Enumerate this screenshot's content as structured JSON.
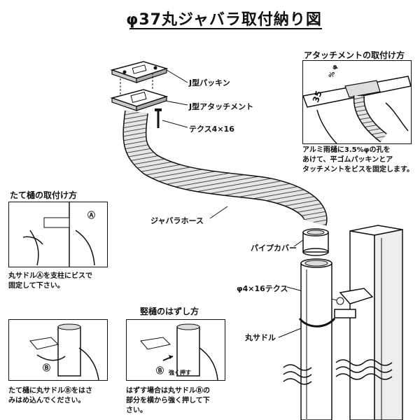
{
  "title": "φ37丸ジャバラ取付納り図",
  "labels": {
    "j_packing": "J型パッキン",
    "j_attachment": "J型アタッチメント",
    "tex_screw": "テクス4×16",
    "bellows_hose": "ジャバラホース",
    "pipe_cover": "パイプカバー",
    "phi4_tex": "φ4×16テクス",
    "round_saddle": "丸サドル"
  },
  "attach_panel": {
    "title": "アタッチメントの取付け方",
    "dim_35": "35",
    "dim_unit": "% φ",
    "note": "アルミ雨樋に3.5%φの孔を\nあけて、平ゴムパッキンとア\nタッチメントをビスを固定します。"
  },
  "vertical_panel": {
    "title": "たて樋の取付け方",
    "marker": "Ⓐ",
    "note": "丸サドルⒶを支柱にビスで\n固定して下さい。"
  },
  "bottom_left_panel": {
    "marker": "Ⓑ",
    "note": "たて樋に丸サドルⒷをはさ\nみはめ込んでください。"
  },
  "remove_panel": {
    "title": "竪樋のはずし方",
    "marker": "Ⓑ",
    "push_label": "強く押す",
    "note": "はずす場合は丸サドルⒷの\n部分を横から強く押して下\nさい。"
  },
  "colors": {
    "ink": "#111111",
    "paper": "#ffffff",
    "shade": "#d8d8d8"
  }
}
